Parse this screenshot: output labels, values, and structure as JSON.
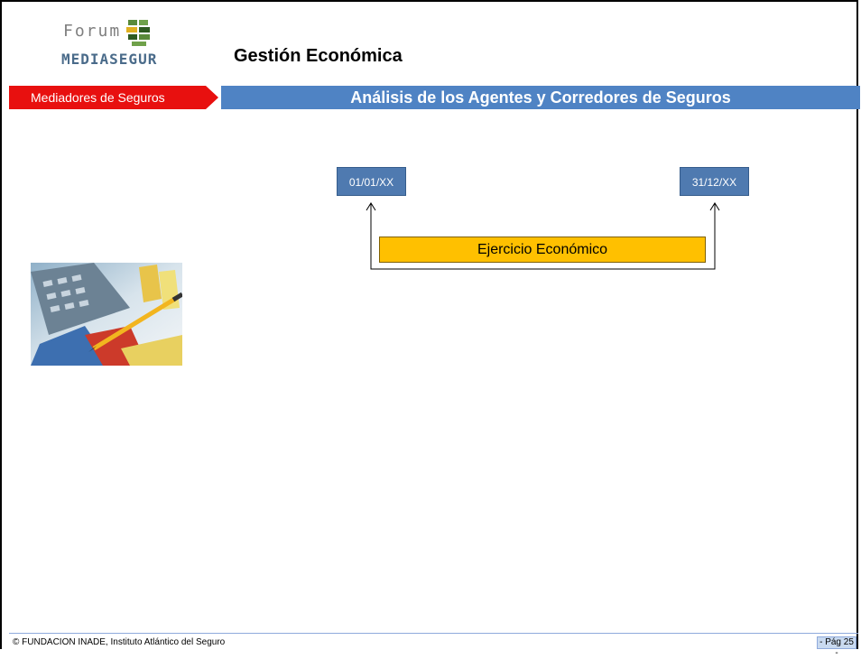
{
  "logo": {
    "top_text": "Forum",
    "bottom_text": "MEDIASEGUR",
    "colors": {
      "green": "#5a8a3a",
      "dark_green": "#2e5a20",
      "blue": "#4a6b8a"
    }
  },
  "header": {
    "title": "Gestión Económica"
  },
  "band": {
    "section": "Mediadores de Seguros",
    "subtitle": "Análisis de los Agentes y Corredores de Seguros",
    "colors": {
      "section_bg": "#e8100f",
      "subtitle_bg": "#4f83c4"
    }
  },
  "diagram": {
    "start_date": "01/01/XX",
    "end_date": "31/12/XX",
    "period_label": "Ejercicio Económico",
    "colors": {
      "date_box": "#4f7ab0",
      "period_box": "#ffc000"
    }
  },
  "image": {
    "icon": "calculator-pencil-chart-photo"
  },
  "footer": {
    "copyright": "© FUNDACION INADE, Instituto Atlántico del Seguro",
    "page": "- Pág 25 -"
  }
}
